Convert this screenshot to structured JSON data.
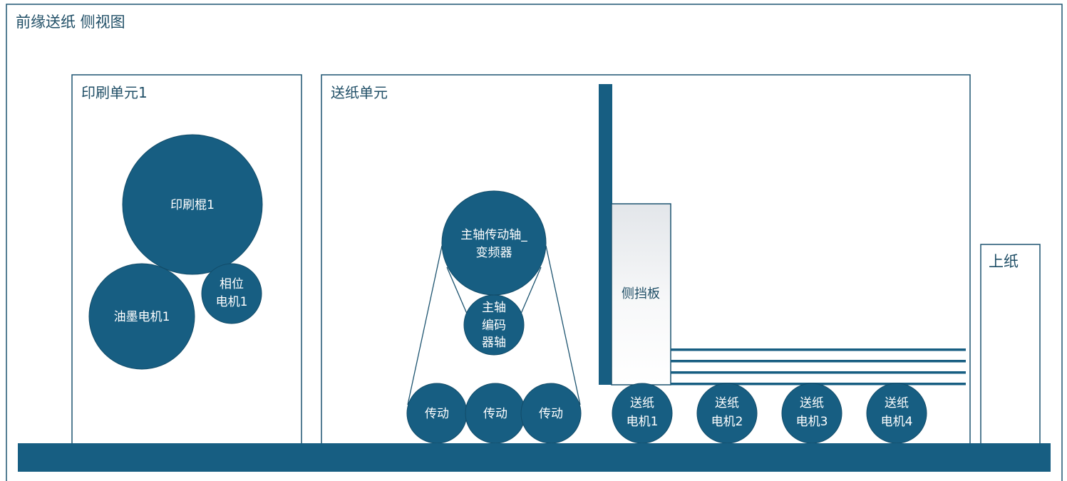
{
  "diagram": {
    "title": "前缘送纸 侧视图",
    "printing_unit": {
      "label": "印刷单元1",
      "print_roller": "印刷棍1",
      "ink_motor": "油墨电机1",
      "phase_motor": [
        "相位",
        "电机1"
      ]
    },
    "feeding_unit": {
      "label": "送纸单元",
      "main_shaft": [
        "主轴传动轴_",
        "变频器"
      ],
      "encoder_shaft": [
        "主轴",
        "编码",
        "器轴"
      ],
      "transmissions": [
        "传动",
        "传动",
        "传动"
      ],
      "side_guide": "侧挡板",
      "feed_motors": [
        [
          "送纸",
          "电机1"
        ],
        [
          "送纸",
          "电机2"
        ],
        [
          "送纸",
          "电机3"
        ],
        [
          "送纸",
          "电机4"
        ]
      ]
    },
    "paper_loading": {
      "label": "上纸"
    }
  },
  "colors": {
    "primary": "#175e82",
    "stroke": "#1d5470",
    "label_text": "#1f4e66",
    "on_primary_text": "#ffffff"
  }
}
